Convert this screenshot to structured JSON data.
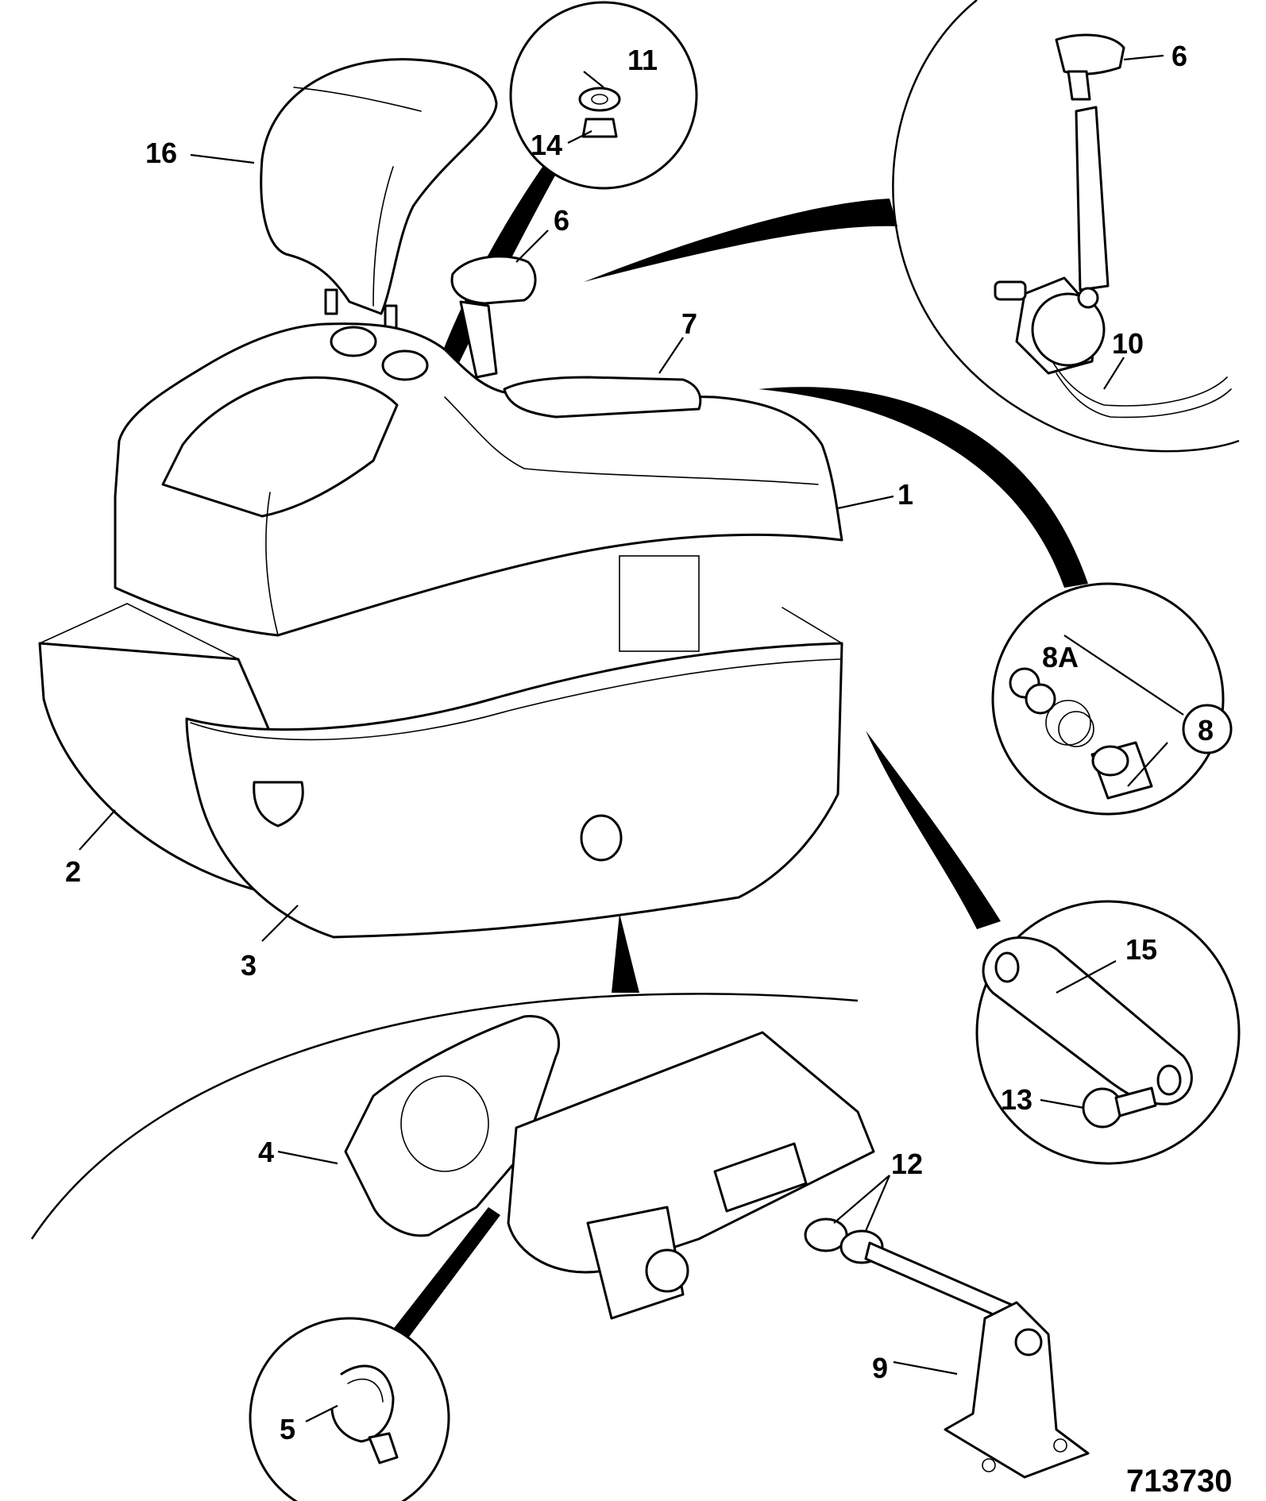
{
  "drawing_number": "713730",
  "callouts": [
    {
      "id": "c16",
      "label": "16"
    },
    {
      "id": "c11",
      "label": "11"
    },
    {
      "id": "c14",
      "label": "14"
    },
    {
      "id": "c6a",
      "label": "6"
    },
    {
      "id": "c6b",
      "label": "6"
    },
    {
      "id": "c7",
      "label": "7"
    },
    {
      "id": "c10",
      "label": "10"
    },
    {
      "id": "c1",
      "label": "1"
    },
    {
      "id": "c8A",
      "label": "8A"
    },
    {
      "id": "c8",
      "label": "8"
    },
    {
      "id": "c2",
      "label": "2"
    },
    {
      "id": "c3",
      "label": "3"
    },
    {
      "id": "c15",
      "label": "15"
    },
    {
      "id": "c13",
      "label": "13"
    },
    {
      "id": "c4",
      "label": "4"
    },
    {
      "id": "c12",
      "label": "12"
    },
    {
      "id": "c9",
      "label": "9"
    },
    {
      "id": "c5",
      "label": "5"
    }
  ]
}
